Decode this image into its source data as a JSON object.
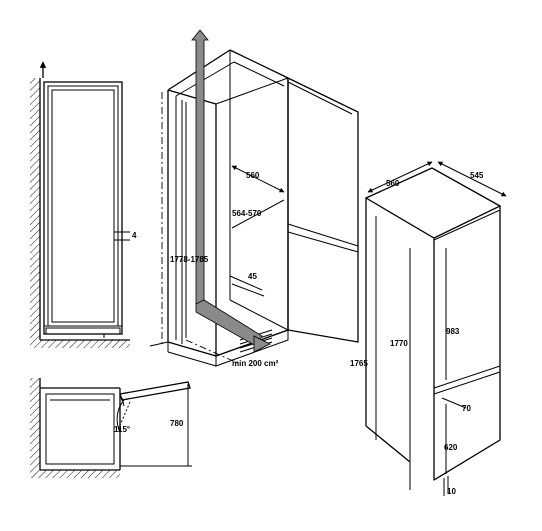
{
  "diagram": {
    "side_section": {
      "gap_label": "4"
    },
    "top_section": {
      "door_angle_label": "115°",
      "clearance_label": "780"
    },
    "niche_view": {
      "width_label": "560",
      "depth_label": "564-570",
      "height_label": "1778-1785",
      "offset_label": "45",
      "vent_label": "min 200 cm²"
    },
    "appliance_view": {
      "width_label": "560",
      "depth_label": "545",
      "total_height_label": "1765",
      "body_height_label": "1770",
      "upper_door_label": "983",
      "lower_door_label": "620",
      "gap_label": "70",
      "bottom_label": "10"
    }
  }
}
